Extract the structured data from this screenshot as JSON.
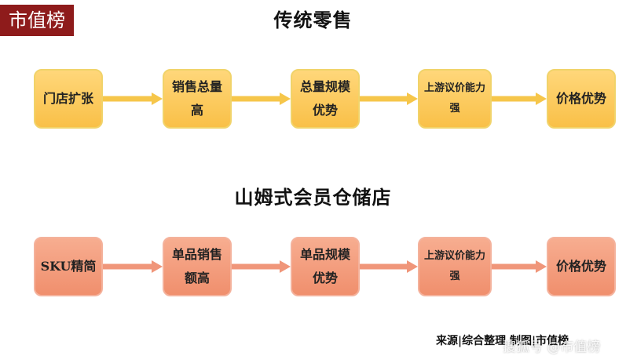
{
  "logo": "市值榜",
  "sections": [
    {
      "title": "传统零售",
      "steps": [
        "门店扩张",
        "销售总量高",
        "总量规模优势",
        "上游议价能力强",
        "价格优势"
      ]
    },
    {
      "title": "山姆式会员仓储店",
      "steps": [
        "SKU精简",
        "单品销售额高",
        "单品规模优势",
        "上游议价能力强",
        "价格优势"
      ]
    }
  ],
  "footer": {
    "source": "来源|综合整理 制图|市值榜",
    "watermark": "搜狐号 @市值榜"
  },
  "colors": {
    "row1_fill": "#f9c048",
    "row1_arrow": "#f6c64a",
    "row2_fill": "#f08f6d",
    "row2_arrow": "#f0967a",
    "logo_bg": "#8e1b1b"
  }
}
